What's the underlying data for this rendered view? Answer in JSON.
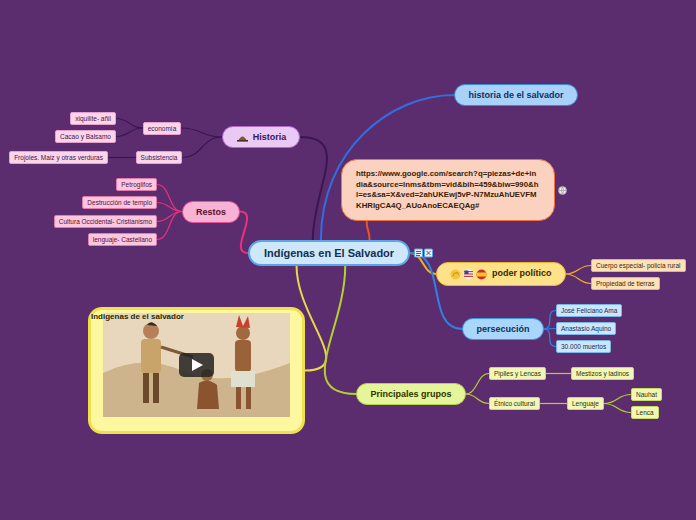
{
  "diagram": {
    "nodes": [
      {
        "text": [
          "Indígenas en El Salvador"
        ]
      },
      {
        "text": [
          "Historia"
        ]
      },
      {
        "text": [
          "economía"
        ]
      },
      {
        "text": [
          "xiquilite- añil"
        ]
      },
      {
        "text": [
          "Cacao y Balsamo"
        ]
      },
      {
        "text": [
          "Subsistencia"
        ]
      },
      {
        "text": [
          "Frojoles. Maiz y otras verduras"
        ]
      },
      {
        "text": [
          "Restos"
        ]
      },
      {
        "text": [
          "Petroglifos"
        ]
      },
      {
        "text": [
          "Destrucción de templo"
        ]
      },
      {
        "text": [
          "Cultura Occidental- Cristianismo"
        ]
      },
      {
        "text": [
          "lenguaje- Castellano"
        ]
      },
      {
        "text": [
          "Indigenas de el salvador"
        ]
      },
      {
        "text": [
          "historia de el salvador"
        ]
      },
      {
        "text": [
          "https://www.google.com/search?q=piezas+de+india&source=lnms&tbm=vid&bih=459&biw=990&hl=es&sa=X&ved=2ahUKEwj5vP-N7MzuAhUEVFMKHRIgCA4Q_AUoAnoECAEQAg#"
        ]
      },
      {
        "text": [
          "poder político"
        ]
      },
      {
        "text": [
          "Cuerpo especial- policía rural"
        ]
      },
      {
        "text": [
          "Propiedad de tierras"
        ]
      },
      {
        "text": [
          "persecución"
        ]
      },
      {
        "text": [
          "José Feliciano Ama"
        ]
      },
      {
        "text": [
          "Anastasio Aquino"
        ]
      },
      {
        "text": [
          "30.000 muertos"
        ]
      },
      {
        "text": [
          "Principales grupos"
        ]
      },
      {
        "text": [
          "Pipiles y Lencas"
        ]
      },
      {
        "text": [
          "Mestizos y ladinos"
        ]
      },
      {
        "text": [
          "Étnico cultural"
        ]
      },
      {
        "text": [
          "Lenguaje"
        ]
      },
      {
        "text": [
          "Nauhat"
        ]
      },
      {
        "text": [
          "Lenca"
        ]
      }
    ],
    "edges": [
      {
        "from": 0,
        "to": 1,
        "arrow": "none"
      },
      {
        "from": 0,
        "to": 7,
        "arrow": "none"
      },
      {
        "from": 0,
        "to": 12,
        "arrow": "none"
      },
      {
        "from": 0,
        "to": 13,
        "arrow": "none"
      },
      {
        "from": 0,
        "to": 14,
        "arrow": "none"
      },
      {
        "from": 0,
        "to": 15,
        "arrow": "none"
      },
      {
        "from": 0,
        "to": 18,
        "arrow": "none"
      },
      {
        "from": 0,
        "to": 22,
        "arrow": "none"
      },
      {
        "from": 1,
        "to": 2,
        "arrow": "none"
      },
      {
        "from": 1,
        "to": 5,
        "arrow": "none"
      },
      {
        "from": 2,
        "to": 3,
        "arrow": "none"
      },
      {
        "from": 2,
        "to": 4,
        "arrow": "none"
      },
      {
        "from": 5,
        "to": 6,
        "arrow": "none"
      },
      {
        "from": 7,
        "to": 8,
        "arrow": "none"
      },
      {
        "from": 7,
        "to": 9,
        "arrow": "none"
      },
      {
        "from": 7,
        "to": 10,
        "arrow": "none"
      },
      {
        "from": 7,
        "to": 11,
        "arrow": "none"
      },
      {
        "from": 15,
        "to": 16,
        "arrow": "none"
      },
      {
        "from": 15,
        "to": 17,
        "arrow": "none"
      },
      {
        "from": 18,
        "to": 19,
        "arrow": "none"
      },
      {
        "from": 18,
        "to": 20,
        "arrow": "none"
      },
      {
        "from": 18,
        "to": 21,
        "arrow": "none"
      },
      {
        "from": 22,
        "to": 23,
        "arrow": "none"
      },
      {
        "from": 22,
        "to": 25,
        "arrow": "none"
      },
      {
        "from": 23,
        "to": 24,
        "arrow": "none"
      },
      {
        "from": 25,
        "to": 26,
        "arrow": "none"
      },
      {
        "from": 26,
        "to": 27,
        "arrow": "none"
      },
      {
        "from": 26,
        "to": 28,
        "arrow": "none"
      }
    ]
  }
}
